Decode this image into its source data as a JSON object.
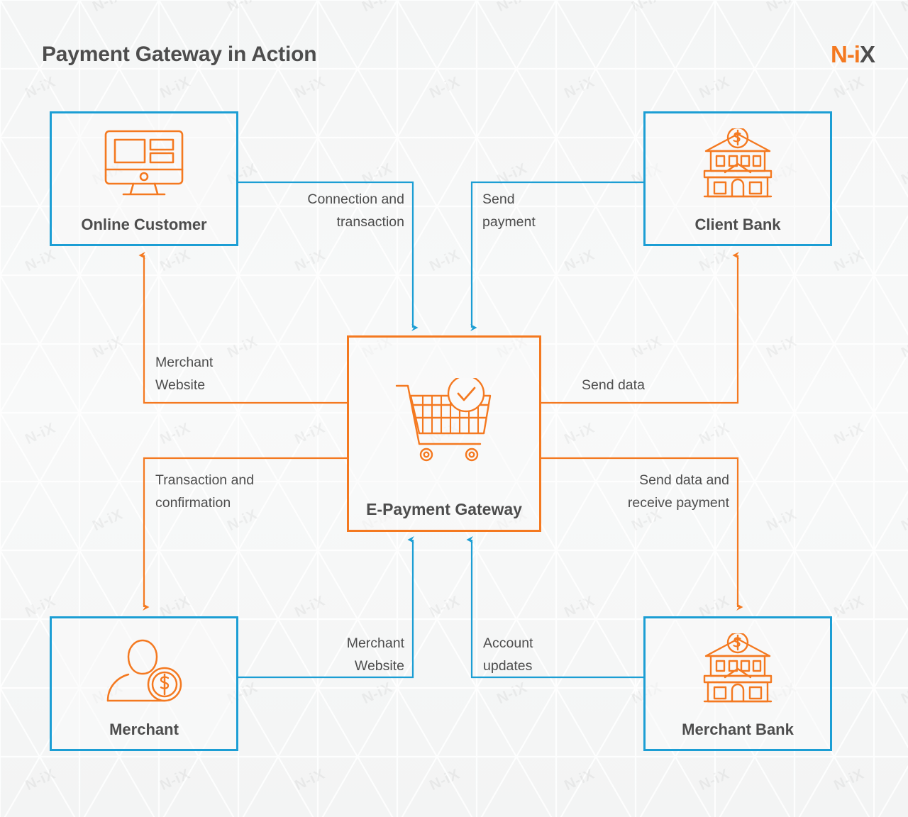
{
  "header": {
    "title": "Payment Gateway in Action",
    "logo_primary": "N-i",
    "logo_secondary": "X"
  },
  "colors": {
    "blue": "#1c9ed4",
    "orange": "#f47920",
    "text": "#4d4d4d",
    "background": "#f7f8f8"
  },
  "watermark": {
    "text": "N-iX"
  },
  "nodes": {
    "online_customer": {
      "label": "Online Customer",
      "icon": "desktop-monitor-icon"
    },
    "client_bank": {
      "label": "Client Bank",
      "icon": "bank-building-dollar-icon"
    },
    "gateway": {
      "label": "E-Payment\nGateway",
      "icon": "shopping-cart-check-icon"
    },
    "merchant": {
      "label": "Merchant",
      "icon": "person-dollar-coin-icon"
    },
    "merchant_bank": {
      "label": "Merchant Bank",
      "icon": "bank-building-dollar-icon"
    }
  },
  "edges": {
    "connection_transaction": {
      "label": "Connection and\ntransaction",
      "from": "Online Customer",
      "to": "E-Payment Gateway",
      "color": "#1c9ed4"
    },
    "send_payment": {
      "label": "Send\npayment",
      "from": "Client Bank",
      "to": "E-Payment Gateway",
      "color": "#1c9ed4"
    },
    "merchant_website_top": {
      "label": "Merchant\nWebsite",
      "from": "E-Payment Gateway",
      "to": "Online Customer",
      "color": "#f47920"
    },
    "send_data": {
      "label": "Send data",
      "from": "E-Payment Gateway",
      "to": "Client Bank",
      "color": "#f47920"
    },
    "transaction_confirmation": {
      "label": "Transaction and\nconfirmation",
      "from": "E-Payment Gateway",
      "to": "Merchant",
      "color": "#f47920"
    },
    "send_data_receive_payment": {
      "label": "Send data and\nreceive payment",
      "from": "E-Payment Gateway",
      "to": "Merchant Bank",
      "color": "#f47920"
    },
    "merchant_website_bottom": {
      "label": "Merchant\nWebsite",
      "from": "Merchant",
      "to": "E-Payment Gateway",
      "color": "#1c9ed4"
    },
    "account_updates": {
      "label": "Account\nupdates",
      "from": "Merchant Bank",
      "to": "E-Payment Gateway",
      "color": "#1c9ed4"
    }
  }
}
